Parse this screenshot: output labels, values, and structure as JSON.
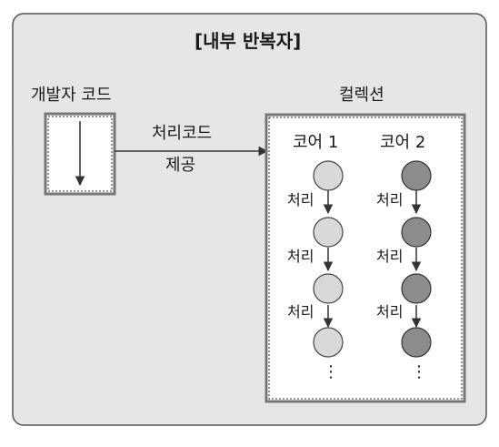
{
  "title": "[내부 반복자]",
  "developer_code_label": "개발자 코드",
  "provide_label_line1": "처리코드",
  "provide_label_line2": "제공",
  "collection_label": "컬렉션",
  "cores": [
    {
      "label": "코어 1",
      "fill": "#d9d9d9",
      "steps": [
        "처리",
        "처리",
        "처리"
      ]
    },
    {
      "label": "코어 2",
      "fill": "#8c8c8c",
      "steps": [
        "처리",
        "처리",
        "처리"
      ]
    }
  ],
  "ellipsis": "⋮",
  "colors": {
    "panel_bg": "#e6e6e6",
    "panel_border": "#555555",
    "box_bg": "#ffffff",
    "arrow": "#333333",
    "core1_node": "#d9d9d9",
    "core2_node": "#8c8c8c"
  }
}
